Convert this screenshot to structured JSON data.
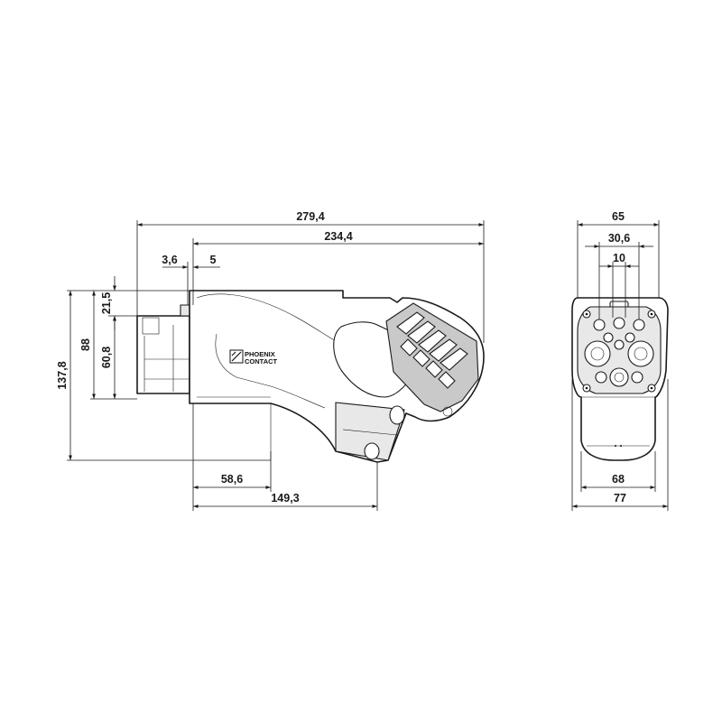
{
  "logo": {
    "line1": "PHOENIX",
    "line2": "CONTACT"
  },
  "dimensions": {
    "side_total_length": "279,4",
    "side_body_length": "234,4",
    "side_offset_small": "3,6",
    "side_offset_5": "5",
    "side_height_top": "21,5",
    "side_height_88": "88",
    "side_height_60_8": "60,8",
    "side_height_total": "137,8",
    "side_bottom_58_6": "58,6",
    "side_bottom_149_3": "149,3",
    "front_width_top": "65",
    "front_width_30_6": "30,6",
    "front_width_10": "10",
    "front_width_68": "68",
    "front_width_77": "77"
  }
}
